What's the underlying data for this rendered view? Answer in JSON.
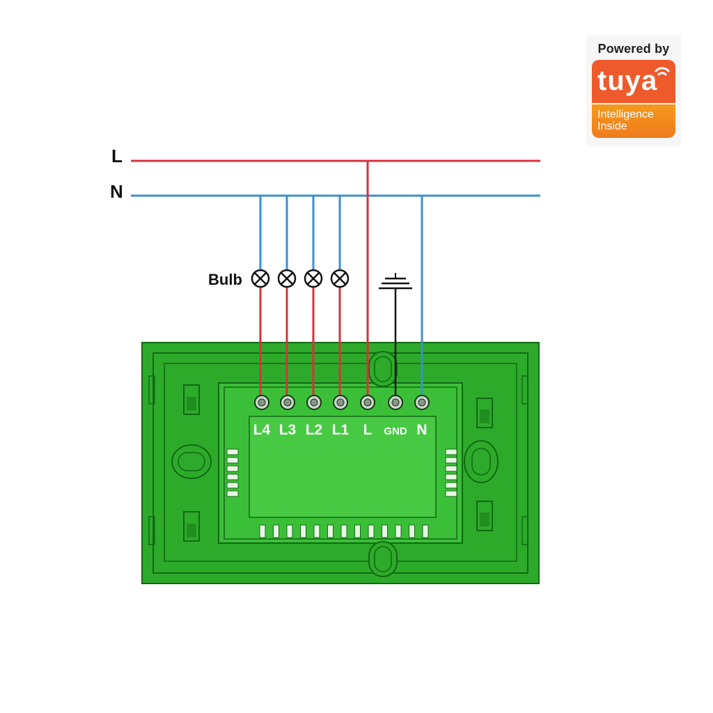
{
  "lines": {
    "live": "L",
    "neutral": "N"
  },
  "bulb_label": "Bulb",
  "terminals": [
    "L4",
    "L3",
    "L2",
    "L1",
    "L",
    "GND",
    "N"
  ],
  "colors": {
    "live": "#d8323a",
    "neutral": "#3a8fd6",
    "ground": "#111111",
    "panel": "#2eaa2a",
    "panel_dark": "#0f6a12"
  },
  "badge": {
    "top": "Powered by",
    "brand": "tuya",
    "sub_line1": "Intelligence",
    "sub_line2": "Inside"
  }
}
